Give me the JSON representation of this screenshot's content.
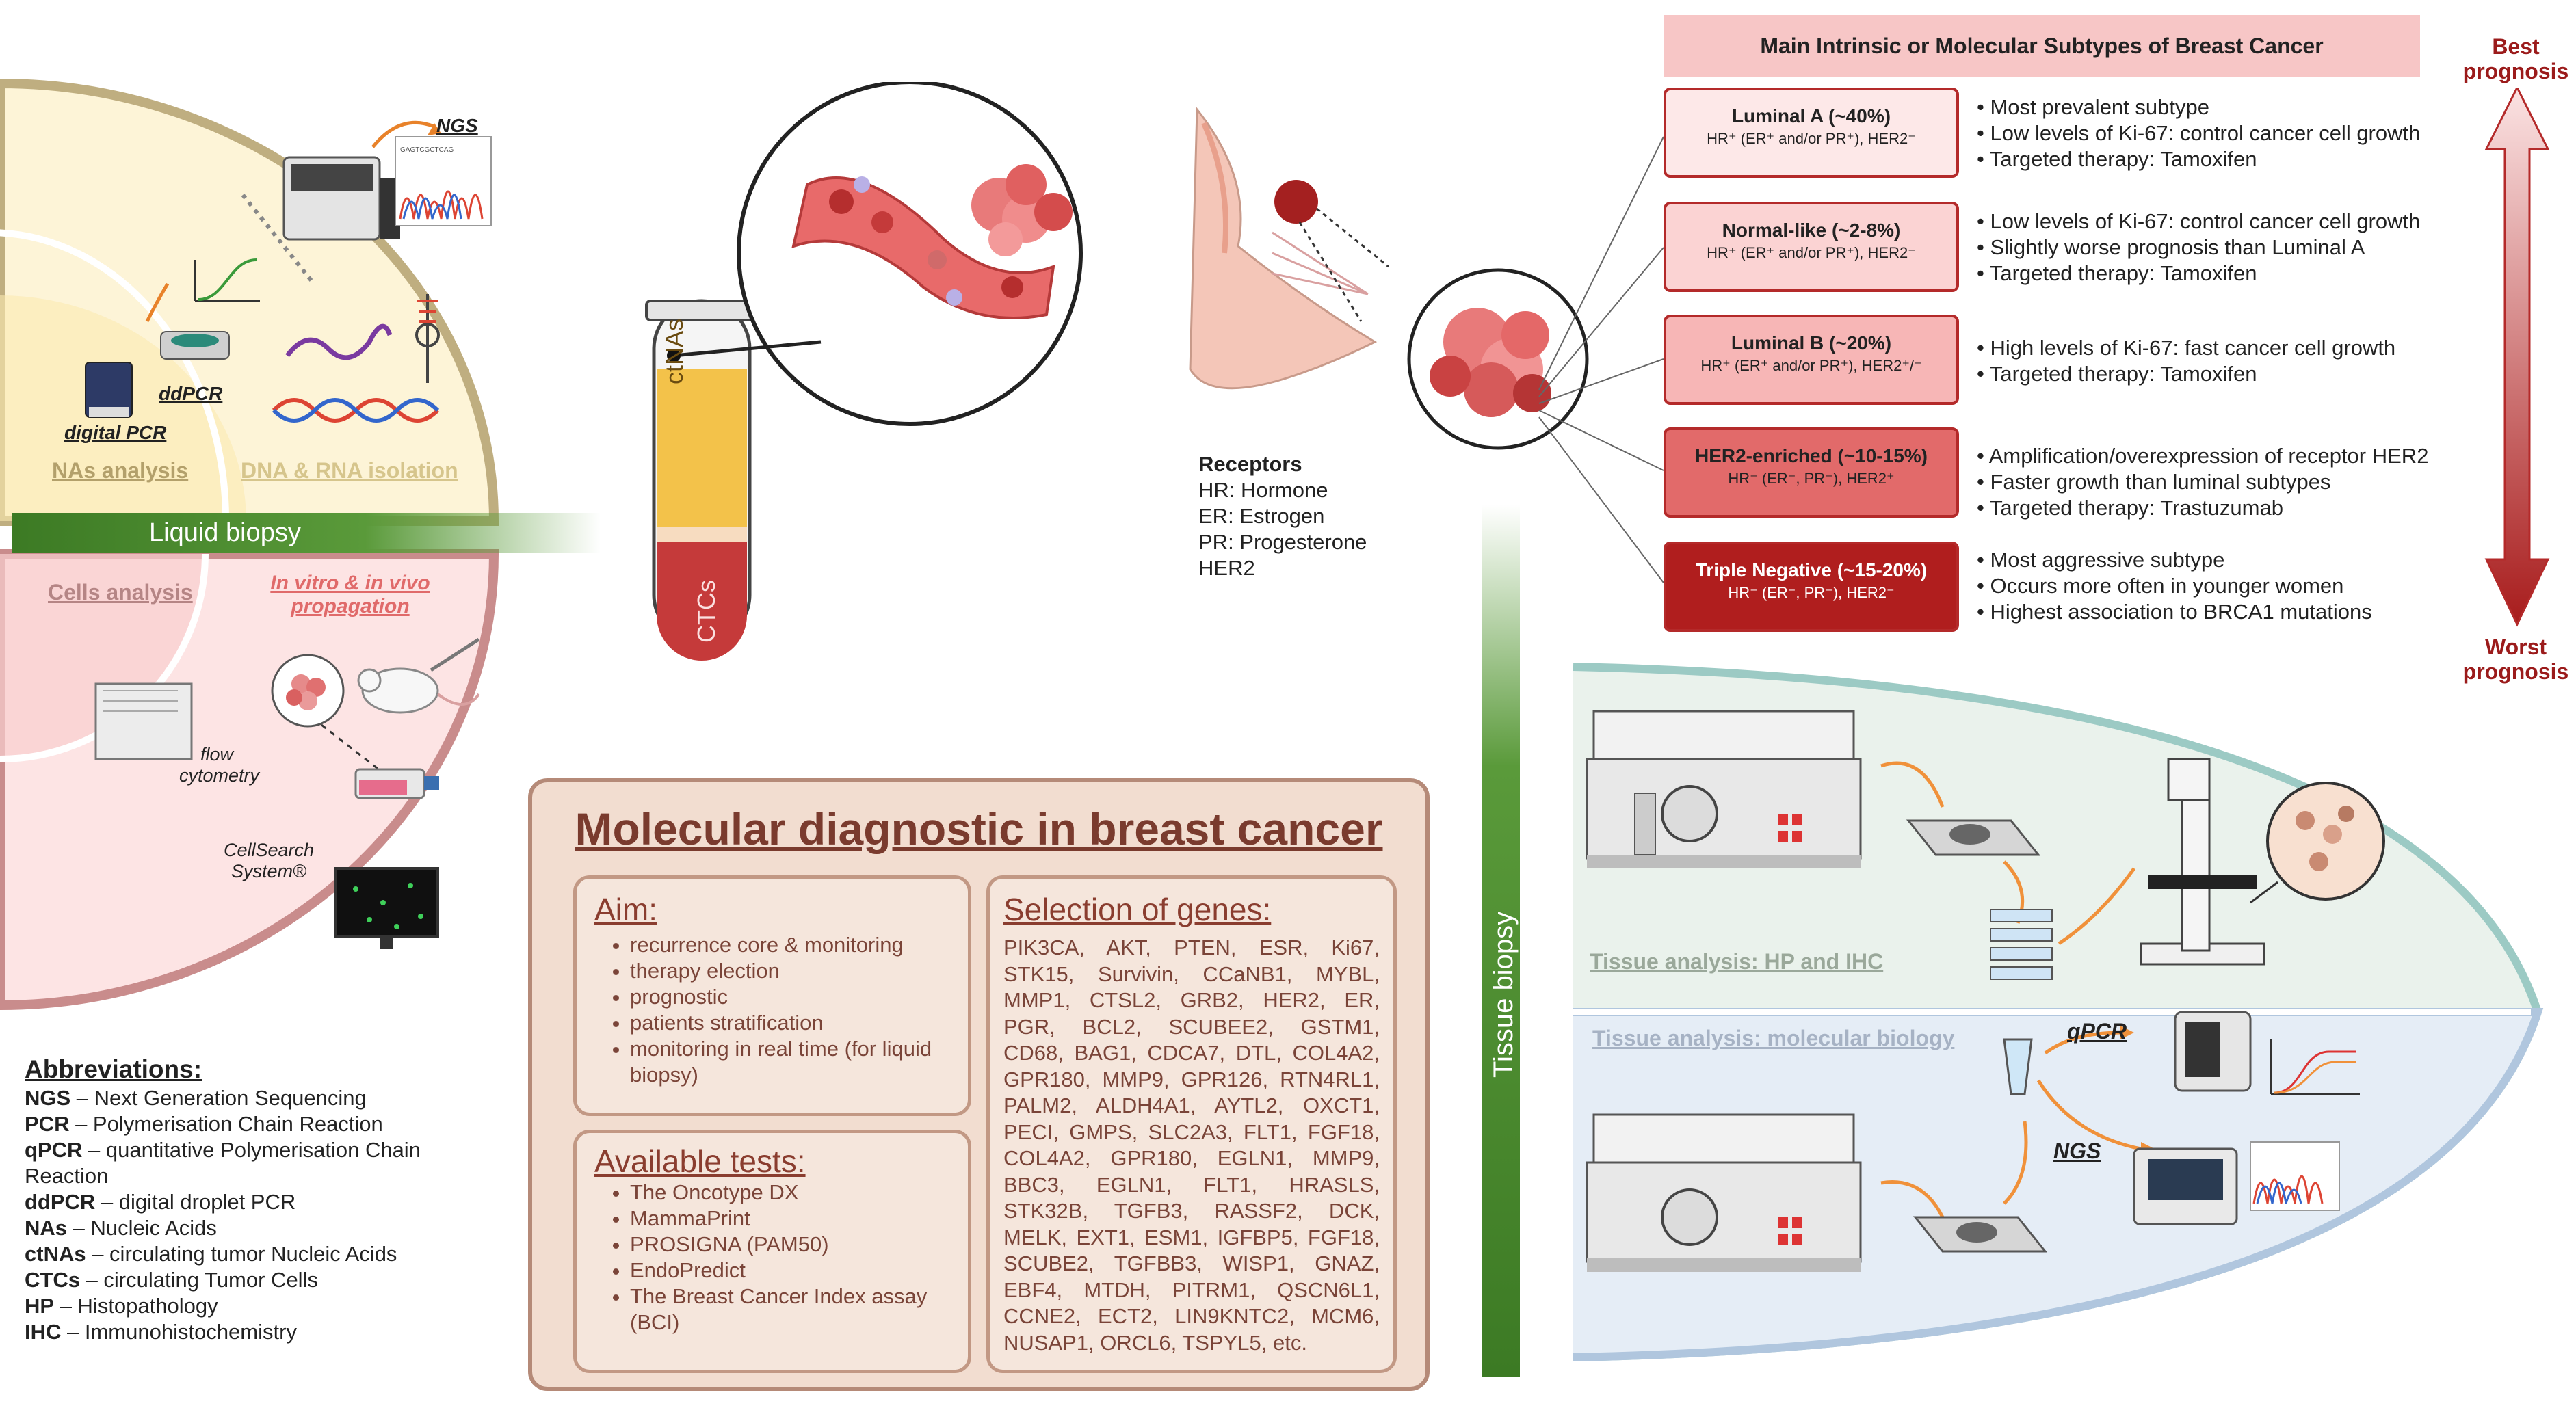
{
  "liquid_biopsy": {
    "label": "Liquid biopsy",
    "ngs": "NGS",
    "ddpcr": "ddPCR",
    "digital_pcr": "digital PCR",
    "nas_analysis": "NAs analysis",
    "dna_rna": "DNA & RNA isolation",
    "cells_analysis": "Cells analysis",
    "propagation_line1": "In vitro & in vivo",
    "propagation_line2": "propagation",
    "flow_line1": "flow",
    "flow_line2": "cytometry",
    "cellsearch_line1": "CellSearch",
    "cellsearch_line2": "System®",
    "seq_text": "GAGTCGCTCAG"
  },
  "tube": {
    "ctnas": "ctNAs",
    "ctcs": "CTCs"
  },
  "receptors": {
    "title": "Receptors",
    "items": [
      "HR: Hormone",
      "ER: Estrogen",
      "PR: Progesterone",
      "HER2"
    ]
  },
  "subtypes": {
    "header": "Main Intrinsic or Molecular Subtypes of Breast Cancer",
    "items": [
      {
        "name": "Luminal A (~40%)",
        "receptors": "HR⁺ (ER⁺ and/or PR⁺), HER2⁻",
        "color": "#fde8e8",
        "text_color": "#222222",
        "desc": [
          "• Most prevalent subtype",
          "• Low levels of Ki-67: control cancer cell growth",
          "• Targeted therapy: Tamoxifen"
        ]
      },
      {
        "name": "Normal-like (~2-8%)",
        "receptors": "HR⁺ (ER⁺ and/or PR⁺), HER2⁻",
        "color": "#fbd3d3",
        "text_color": "#222222",
        "desc": [
          "• Low levels of Ki-67: control cancer cell growth",
          "• Slightly worse prognosis than Luminal A",
          "• Targeted therapy: Tamoxifen"
        ]
      },
      {
        "name": "Luminal B (~20%)",
        "receptors": "HR⁺ (ER⁺ and/or PR⁺), HER2⁺/⁻",
        "color": "#f7b6b6",
        "text_color": "#222222",
        "desc": [
          "• High levels of Ki-67: fast cancer cell growth",
          "• Targeted therapy: Tamoxifen"
        ]
      },
      {
        "name": "HER2-enriched (~10-15%)",
        "receptors": "HR⁻ (ER⁻, PR⁻), HER2⁺",
        "color": "#e26a6a",
        "text_color": "#222222",
        "desc": [
          "• Amplification/overexpression of receptor HER2",
          "• Faster growth than luminal subtypes",
          "• Targeted therapy: Trastuzumab"
        ]
      },
      {
        "name": "Triple Negative (~15-20%)",
        "receptors": "HR⁻ (ER⁻, PR⁻), HER2⁻",
        "color": "#b01e1e",
        "text_color": "#ffffff",
        "desc": [
          "• Most aggressive subtype",
          "• Occurs more often in younger women",
          "• Highest association to BRCA1 mutations"
        ]
      }
    ],
    "best_line1": "Best",
    "best_line2": "prognosis",
    "worst_line1": "Worst",
    "worst_line2": "prognosis"
  },
  "abbreviations": {
    "title": "Abbreviations:",
    "items": [
      {
        "term": "NGS",
        "def": " – Next Generation Sequencing"
      },
      {
        "term": "PCR",
        "def": " – Polymerisation Chain Reaction"
      },
      {
        "term": "qPCR",
        "def": " – quantitative Polymerisation Chain Reaction"
      },
      {
        "term": "ddPCR",
        "def": " – digital droplet PCR"
      },
      {
        "term": "NAs",
        "def": " – Nucleic Acids"
      },
      {
        "term": "ctNAs",
        "def": " – circulating tumor Nucleic Acids"
      },
      {
        "term": "CTCs",
        "def": " – circulating Tumor Cells"
      },
      {
        "term": "HP",
        "def": " – Histopathology"
      },
      {
        "term": "IHC",
        "def": " – Immunohistochemistry"
      }
    ]
  },
  "molecular": {
    "title": "Molecular diagnostic in breast cancer",
    "aim_title": "Aim:",
    "aim_items": [
      "recurrence core & monitoring",
      "therapy election",
      "prognostic",
      "patients stratification",
      "monitoring in real time (for liquid biopsy)"
    ],
    "tests_title": "Available tests:",
    "tests_items": [
      "The Oncotype DX",
      "MammaPrint",
      "PROSIGNA (PAM50)",
      "EndoPredict",
      "The Breast Cancer Index assay (BCI)"
    ],
    "genes_title": "Selection of genes:",
    "genes_text": "PIK3CA, AKT, PTEN, ESR, Ki67, STK15, Survivin, CCaNB1, MYBL, MMP1, CTSL2, GRB2, HER2, ER, PGR, BCL2, SCUBEE2, GSTM1, CD68, BAG1, CDCA7, DTL, COL4A2, GPR180, MMP9, GPR126, RTN4RL1, PALM2, ALDH4A1, AYTL2, OXCT1, PECI, GMPS, SLC2A3, FLT1, FGF18, COL4A2, GPR180, EGLN1, MMP9, BBC3, EGLN1, FLT1, HRASLS, STK32B, TGFB3, RASSF2, DCK, MELK, EXT1, ESM1, IGFBP5, FGF18, SCUBE2, TGFBB3, WISP1, GNAZ, EBF4, MTDH, PITRM1, QSCN6L1, CCNE2, ECT2, LIN9KNTC2, MCM6, NUSAP1, ORCL6, TSPYL5, etc."
  },
  "tissue": {
    "label": "Tissue biopsy",
    "hp_ihc": "Tissue analysis: HP and IHC",
    "molecular": "Tissue analysis: molecular biology",
    "qpcr": "qPCR",
    "ngs": "NGS"
  },
  "colors": {
    "accent_green": "#3c7a24",
    "red_dark": "#9b1b1b",
    "beige": "#f2ddd0"
  }
}
